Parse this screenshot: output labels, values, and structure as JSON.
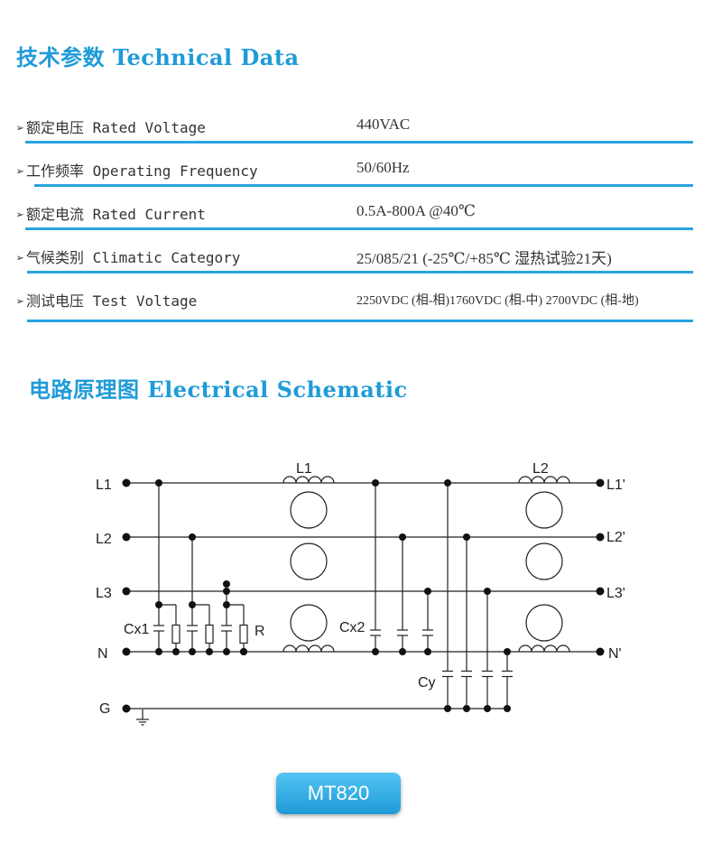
{
  "technical": {
    "title": "技术参数 Technical Data",
    "rows": [
      {
        "label": "额定电压 Rated Voltage",
        "value": "440VAC"
      },
      {
        "label": "工作频率 Operating Frequency",
        "value": "50/60Hz"
      },
      {
        "label": "额定电流 Rated Current",
        "value": "0.5A-800A @40℃"
      },
      {
        "label": "气候类别 Climatic Category",
        "value": "25/085/21 (-25℃/+85℃ 湿热试验21天)"
      },
      {
        "label": "测试电压 Test Voltage",
        "value": "2250VDC (相-相)1760VDC (相-中) 2700VDC (相-地)"
      }
    ]
  },
  "schematic": {
    "title": "电路原理图 Electrical Schematic",
    "line_labels_in": [
      "L1",
      "L2",
      "L3",
      "N",
      "G"
    ],
    "line_labels_out": [
      "L1'",
      "L2'",
      "L3'",
      "N'"
    ],
    "inductor_labels": [
      "L1",
      "L2"
    ],
    "component_labels": {
      "cx1": "Cx1",
      "r": "R",
      "cx2": "Cx2",
      "cy": "Cy"
    }
  },
  "model": "MT820",
  "colors": {
    "accent": "#1f9bd8",
    "rule": "#29a3df",
    "wire": "#222222"
  }
}
